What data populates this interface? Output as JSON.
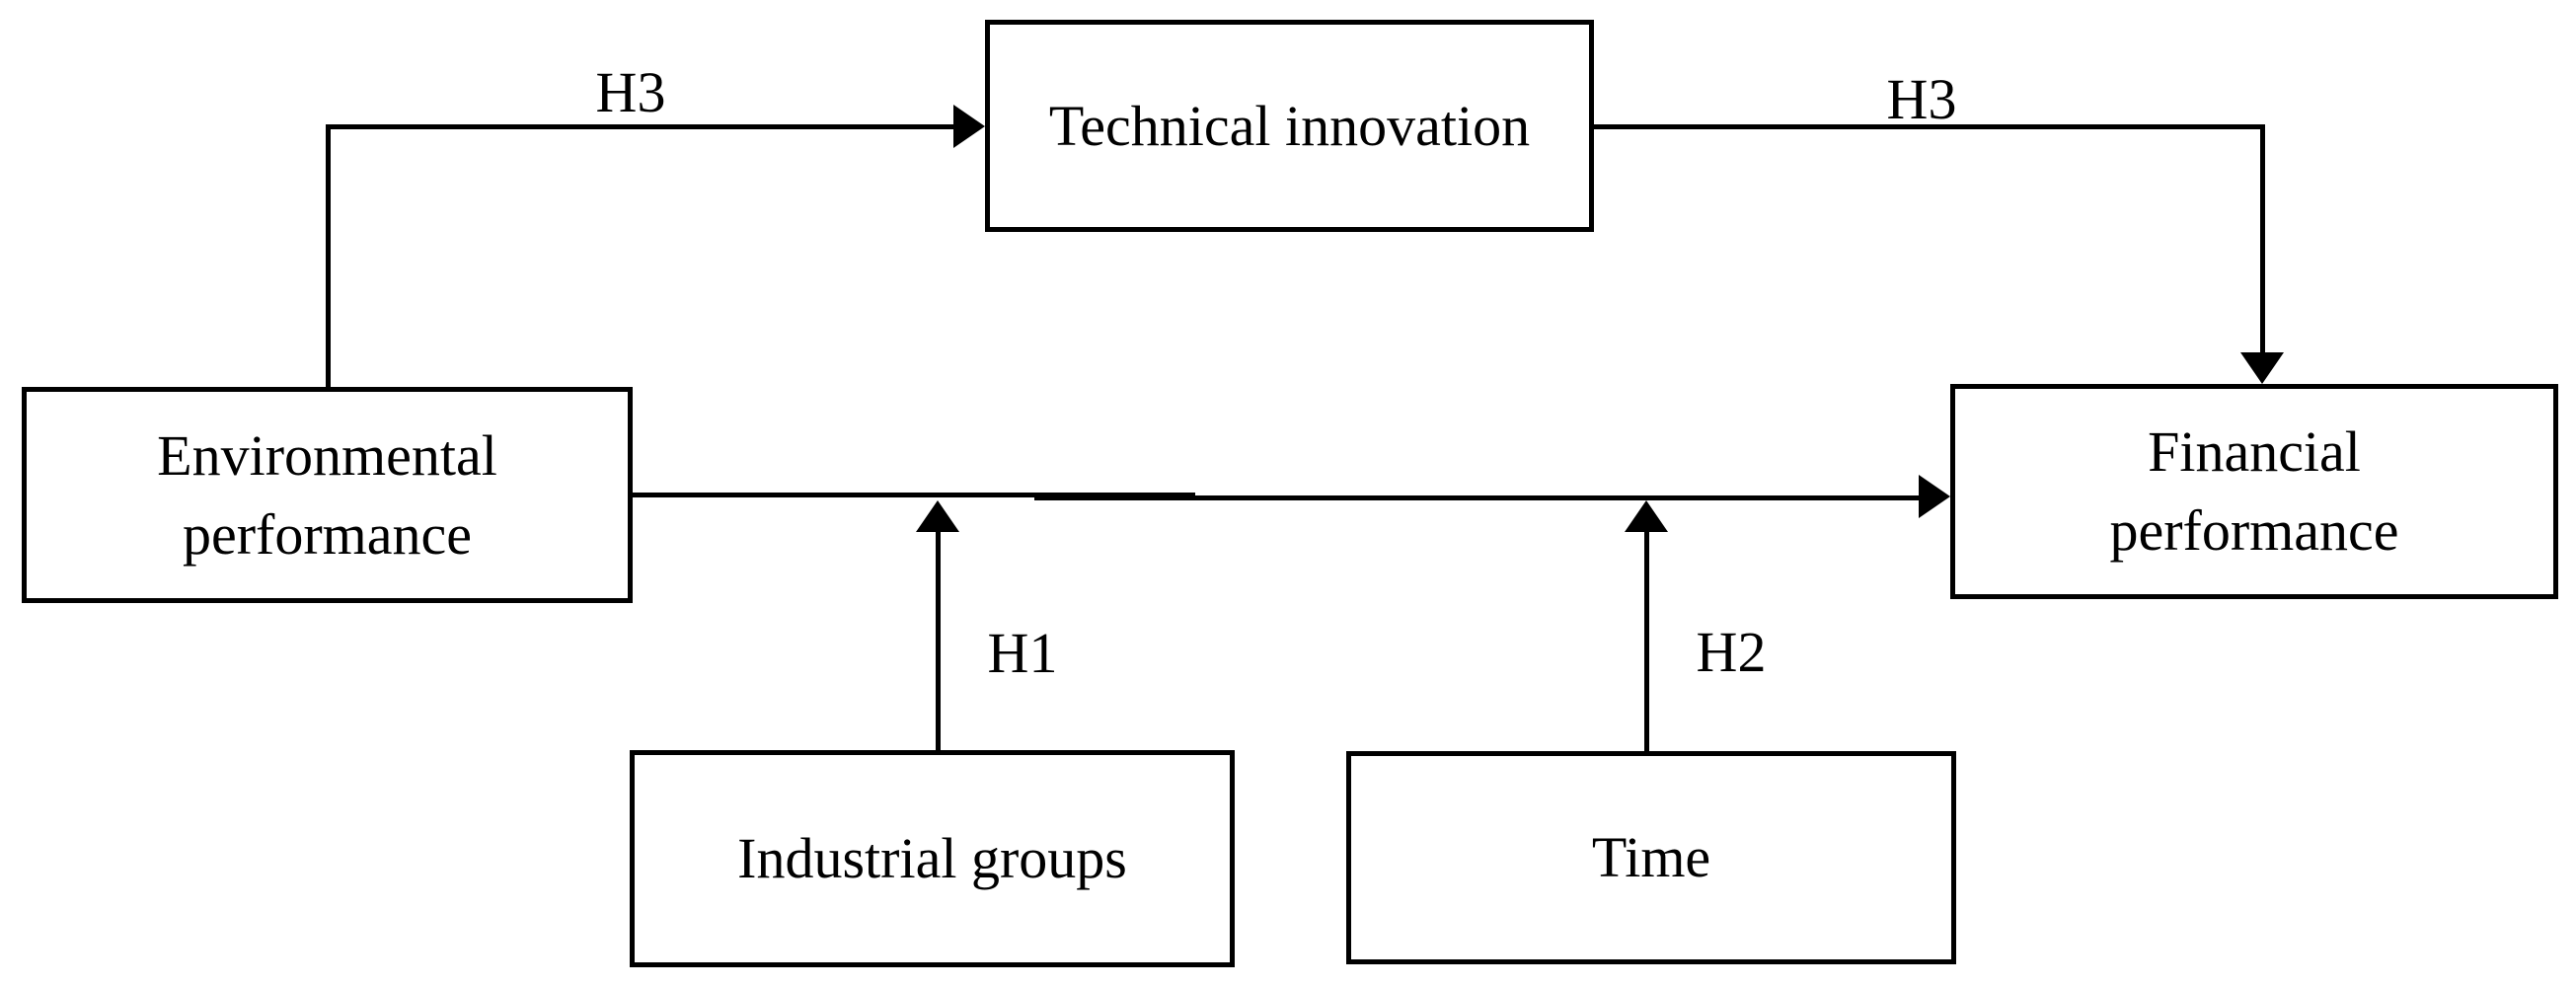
{
  "colors": {
    "line": "#000000",
    "text": "#000000",
    "background": "#ffffff"
  },
  "boxes": {
    "environmental": {
      "line1": "Environmental",
      "line2": "performance"
    },
    "technical": {
      "label": "Technical innovation"
    },
    "financial": {
      "line1": "Financial",
      "line2": "performance"
    },
    "industrial": {
      "label": "Industrial groups"
    },
    "time": {
      "label": "Time"
    }
  },
  "arrow_labels": {
    "h3_left": "H3",
    "h3_right": "H3",
    "h1": "H1",
    "h2": "H2"
  }
}
